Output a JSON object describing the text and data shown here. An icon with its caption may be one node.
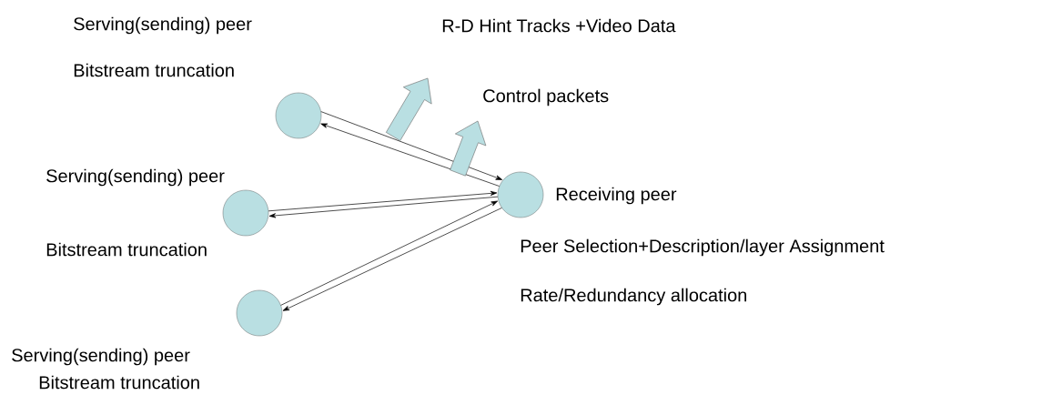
{
  "diagram": {
    "nodes": [
      {
        "text": [],
        "shape": "circle",
        "beside": [
          "Serving(sending) peer",
          "Bitstream truncation"
        ]
      },
      {
        "text": [],
        "shape": "circle",
        "beside": [
          "Serving(sending) peer",
          "Bitstream truncation"
        ]
      },
      {
        "text": [],
        "shape": "circle",
        "beside": [
          "Serving(sending) peer",
          "Bitstream truncation"
        ]
      },
      {
        "text": [],
        "shape": "circle",
        "beside": [
          "Receiving peer",
          "Peer Selection+Description/layer Assignment",
          "Rate/Redundancy allocation"
        ]
      }
    ],
    "edges": [
      {
        "from": 0,
        "to": 3,
        "arrow": "to"
      },
      {
        "from": 3,
        "to": 0,
        "arrow": "to"
      },
      {
        "from": 1,
        "to": 3,
        "arrow": "to"
      },
      {
        "from": 3,
        "to": 1,
        "arrow": "to"
      },
      {
        "from": 2,
        "to": 3,
        "arrow": "to"
      },
      {
        "from": 3,
        "to": 2,
        "arrow": "to"
      }
    ],
    "labels": [
      "R-D Hint Tracks +Video Data",
      "Control packets"
    ]
  }
}
